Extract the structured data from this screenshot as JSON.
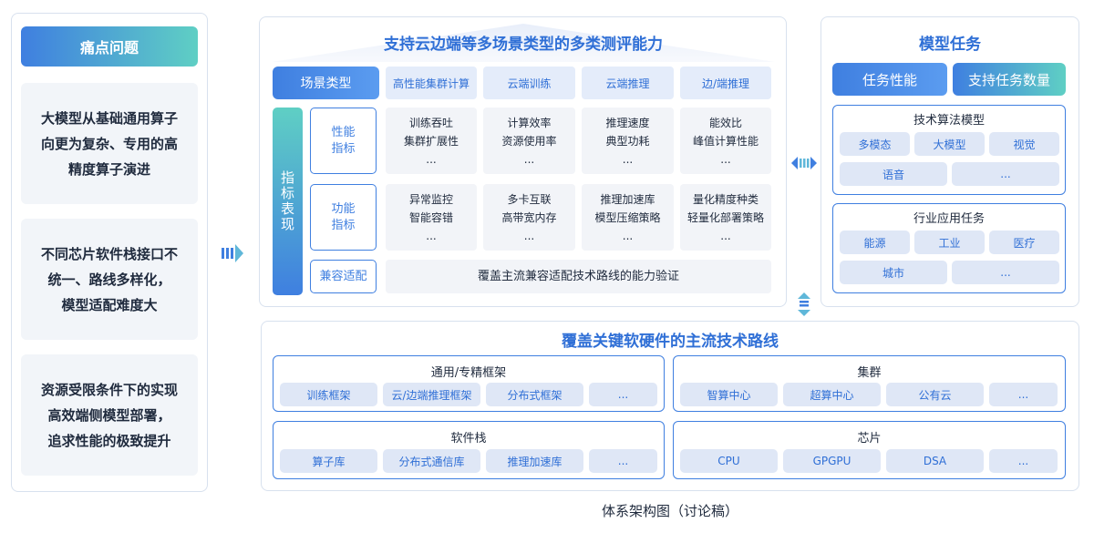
{
  "pain_points": {
    "header": "痛点问题",
    "items": [
      [
        "大模型从基础通用算子",
        "向更为复杂、专用的高",
        "精度算子演进"
      ],
      [
        "不同芯片软件栈接口不",
        "统一、路线多样化，",
        "模型适配难度大"
      ],
      [
        "资源受限条件下的实现",
        "高效端侧模型部署，",
        "追求性能的极致提升"
      ]
    ]
  },
  "capability": {
    "title": "支持云边端等多场景类型的多类测评能力",
    "scene_label": "场景类型",
    "columns": [
      "高性能集群计算",
      "云端训练",
      "云端推理",
      "边/端推理"
    ],
    "indicator_label": "指标表现",
    "rows": [
      {
        "label": [
          "性能",
          "指标"
        ],
        "cells": [
          [
            "训练吞吐",
            "集群扩展性",
            "..."
          ],
          [
            "计算效率",
            "资源使用率",
            "..."
          ],
          [
            "推理速度",
            "典型功耗",
            "..."
          ],
          [
            "能效比",
            "峰值计算性能",
            "..."
          ]
        ]
      },
      {
        "label": [
          "功能",
          "指标"
        ],
        "cells": [
          [
            "异常监控",
            "智能容错",
            "..."
          ],
          [
            "多卡互联",
            "高带宽内存",
            "..."
          ],
          [
            "推理加速库",
            "模型压缩策略",
            "..."
          ],
          [
            "量化精度种类",
            "轻量化部署策略",
            "..."
          ]
        ]
      }
    ],
    "compat_label": "兼容适配",
    "compat_text": "覆盖主流兼容适配技术路线的能力验证"
  },
  "model_tasks": {
    "title": "模型任务",
    "btn_performance": "任务性能",
    "btn_count": "支持任务数量",
    "tech_group": {
      "title": "技术算法模型",
      "items": [
        "多模态",
        "大模型",
        "视觉",
        "语音",
        "..."
      ]
    },
    "industry_group": {
      "title": "行业应用任务",
      "items": [
        "能源",
        "工业",
        "医疗",
        "城市",
        "..."
      ]
    }
  },
  "tech_routes": {
    "title": "覆盖关键软硬件的主流技术路线",
    "groups": [
      {
        "title": "通用/专精框架",
        "items": [
          "训练框架",
          "云/边端推理框架",
          "分布式框架",
          "..."
        ]
      },
      {
        "title": "集群",
        "items": [
          "智算中心",
          "超算中心",
          "公有云",
          "..."
        ]
      },
      {
        "title": "软件栈",
        "items": [
          "算子库",
          "分布式通信库",
          "推理加速库",
          "..."
        ]
      },
      {
        "title": "芯片",
        "items": [
          "CPU",
          "GPGPU",
          "DSA",
          "..."
        ]
      }
    ]
  },
  "caption": "体系架构图（讨论稿）",
  "colors": {
    "accent": "#2f6fd6",
    "gradient_start": "#3f7fe0",
    "gradient_end": "#5fcfc4",
    "card_bg": "#f2f4f8",
    "pill_bg": "#dfe7f6"
  }
}
